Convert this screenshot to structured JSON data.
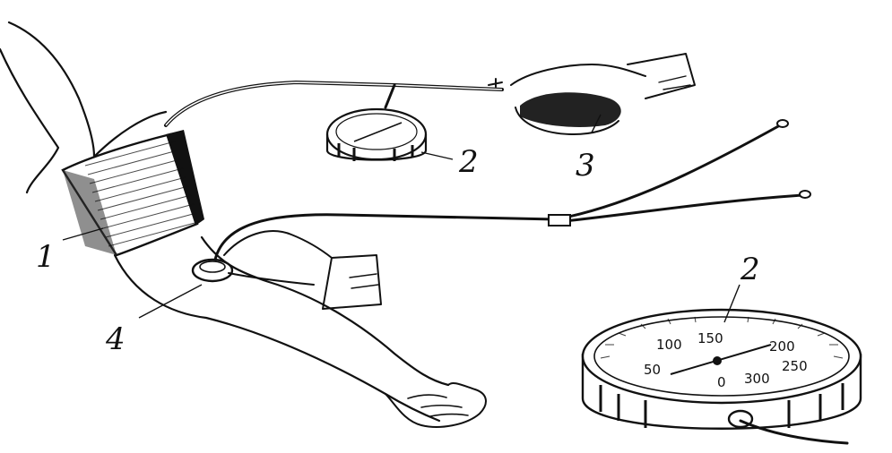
{
  "labels": {
    "cuff": "1",
    "gauge_small": "2",
    "bulb": "3",
    "stethoscope_head": "4",
    "gauge_large": "2"
  },
  "gauge_scale": [
    "50",
    "100",
    "150",
    "200",
    "250",
    "0",
    "300"
  ],
  "colors": {
    "ink": "#111111",
    "paper": "#ffffff"
  }
}
